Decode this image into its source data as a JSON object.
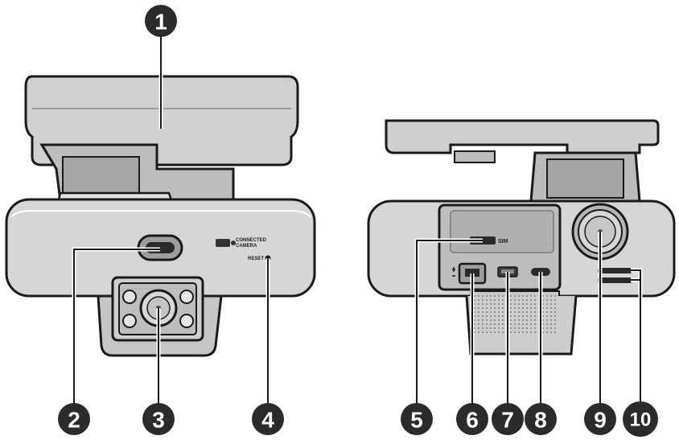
{
  "front_view": {
    "logo_text_line1": "CONNECTED",
    "logo_text_line2": "CAMERA",
    "reset_label": "RESET"
  },
  "rear_view": {
    "sim_label": "SIM"
  },
  "callouts": [
    "1",
    "2",
    "3",
    "4",
    "5",
    "6",
    "7",
    "8",
    "9",
    "10"
  ],
  "colors": {
    "body_fill": "#d4d4d4",
    "body_dark": "#a9a9a9",
    "outline": "#1a1a1a",
    "callout_fill": "#2b2b2b"
  }
}
